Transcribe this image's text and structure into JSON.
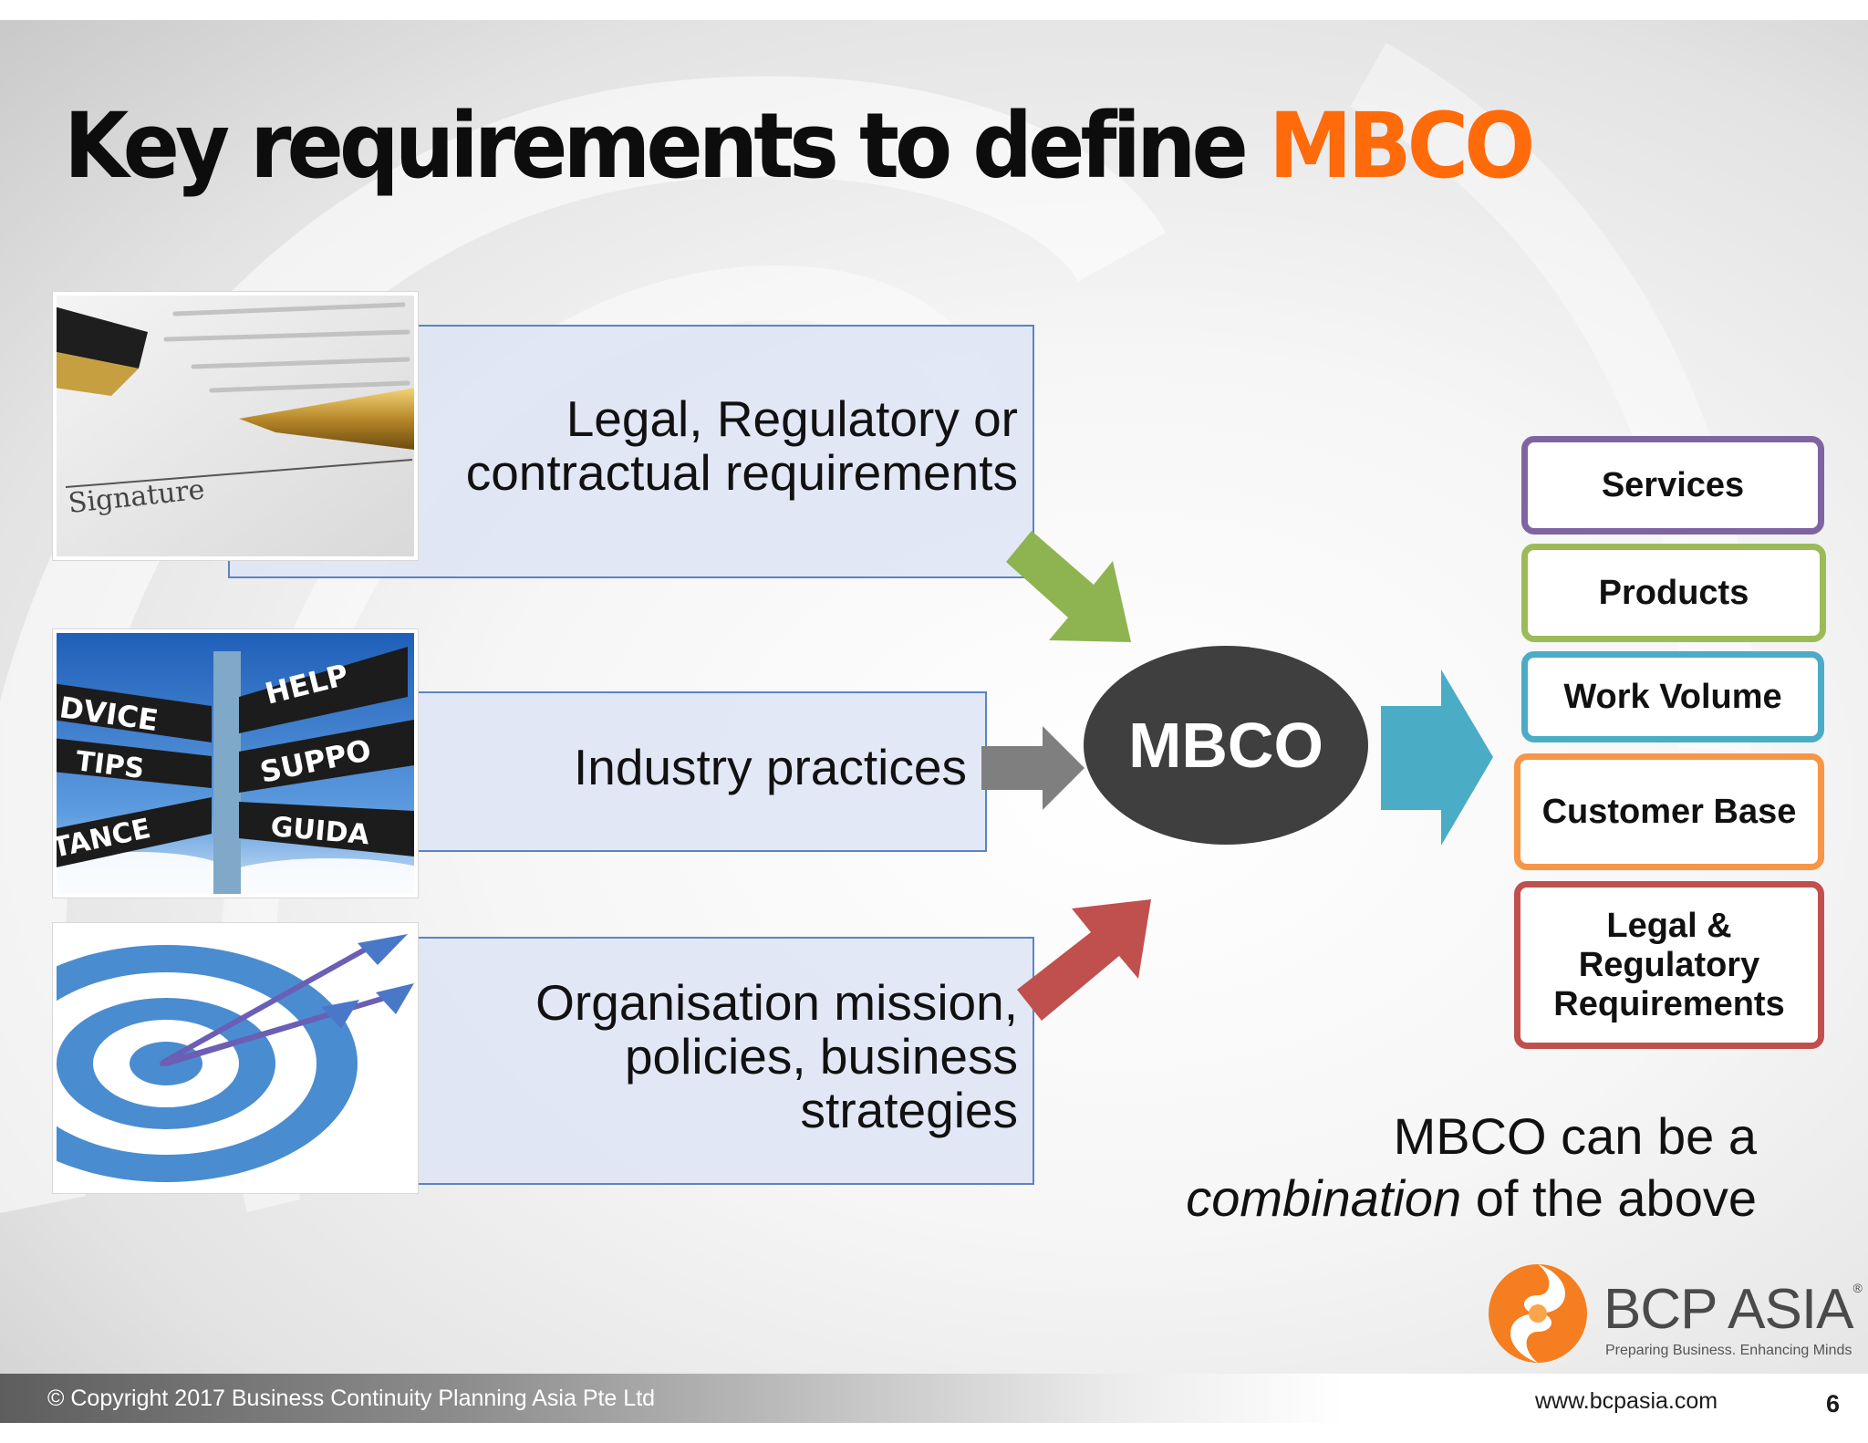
{
  "slide": {
    "title_main": "Key requirements to define",
    "title_accent": "MBCO",
    "accent_color": "#ff6a0b"
  },
  "inputs": [
    {
      "label": "Legal, Regulatory or contractual requirements",
      "image": "signature-pen-photo",
      "arrow_color": "#8db451"
    },
    {
      "label": "Industry practices",
      "image": "signpost-photo",
      "arrow_color": "#7f7f7f"
    },
    {
      "label": "Organisation mission, policies, business strategies",
      "image": "target-arrows-photo",
      "arrow_color": "#c0504d"
    }
  ],
  "photo_text": {
    "signature": "Signature",
    "sign_help": "HELP",
    "sign_advice": "DVICE",
    "sign_support": "SUPPO",
    "sign_tips": "TIPS",
    "sign_guidance": "GUIDA",
    "sign_assistance": "TANCE"
  },
  "center": {
    "label": "MBCO",
    "arrow_color": "#4bacc6"
  },
  "objectives": [
    {
      "label": "Services",
      "border_color": "#8064a2"
    },
    {
      "label": "Products",
      "border_color": "#9bbb59"
    },
    {
      "label": "Work Volume",
      "border_color": "#4bacc6"
    },
    {
      "label": "Customer Base",
      "border_color": "#f79646"
    },
    {
      "label": "Legal & Regulatory Requirements",
      "border_color": "#c0504d"
    }
  ],
  "note": {
    "line1": "MBCO can be a",
    "line2_italic": "combination",
    "line2_rest": " of the above"
  },
  "logo": {
    "name": "BCP ASIA",
    "registered": "®",
    "tagline": "Preparing Business. Enhancing Minds",
    "icon": "bcp-asia-swirl-logo-icon"
  },
  "footer": {
    "copyright": "© Copyright 2017 Business Continuity Planning Asia Pte Ltd",
    "url": "www.bcpasia.com",
    "page": "6"
  }
}
